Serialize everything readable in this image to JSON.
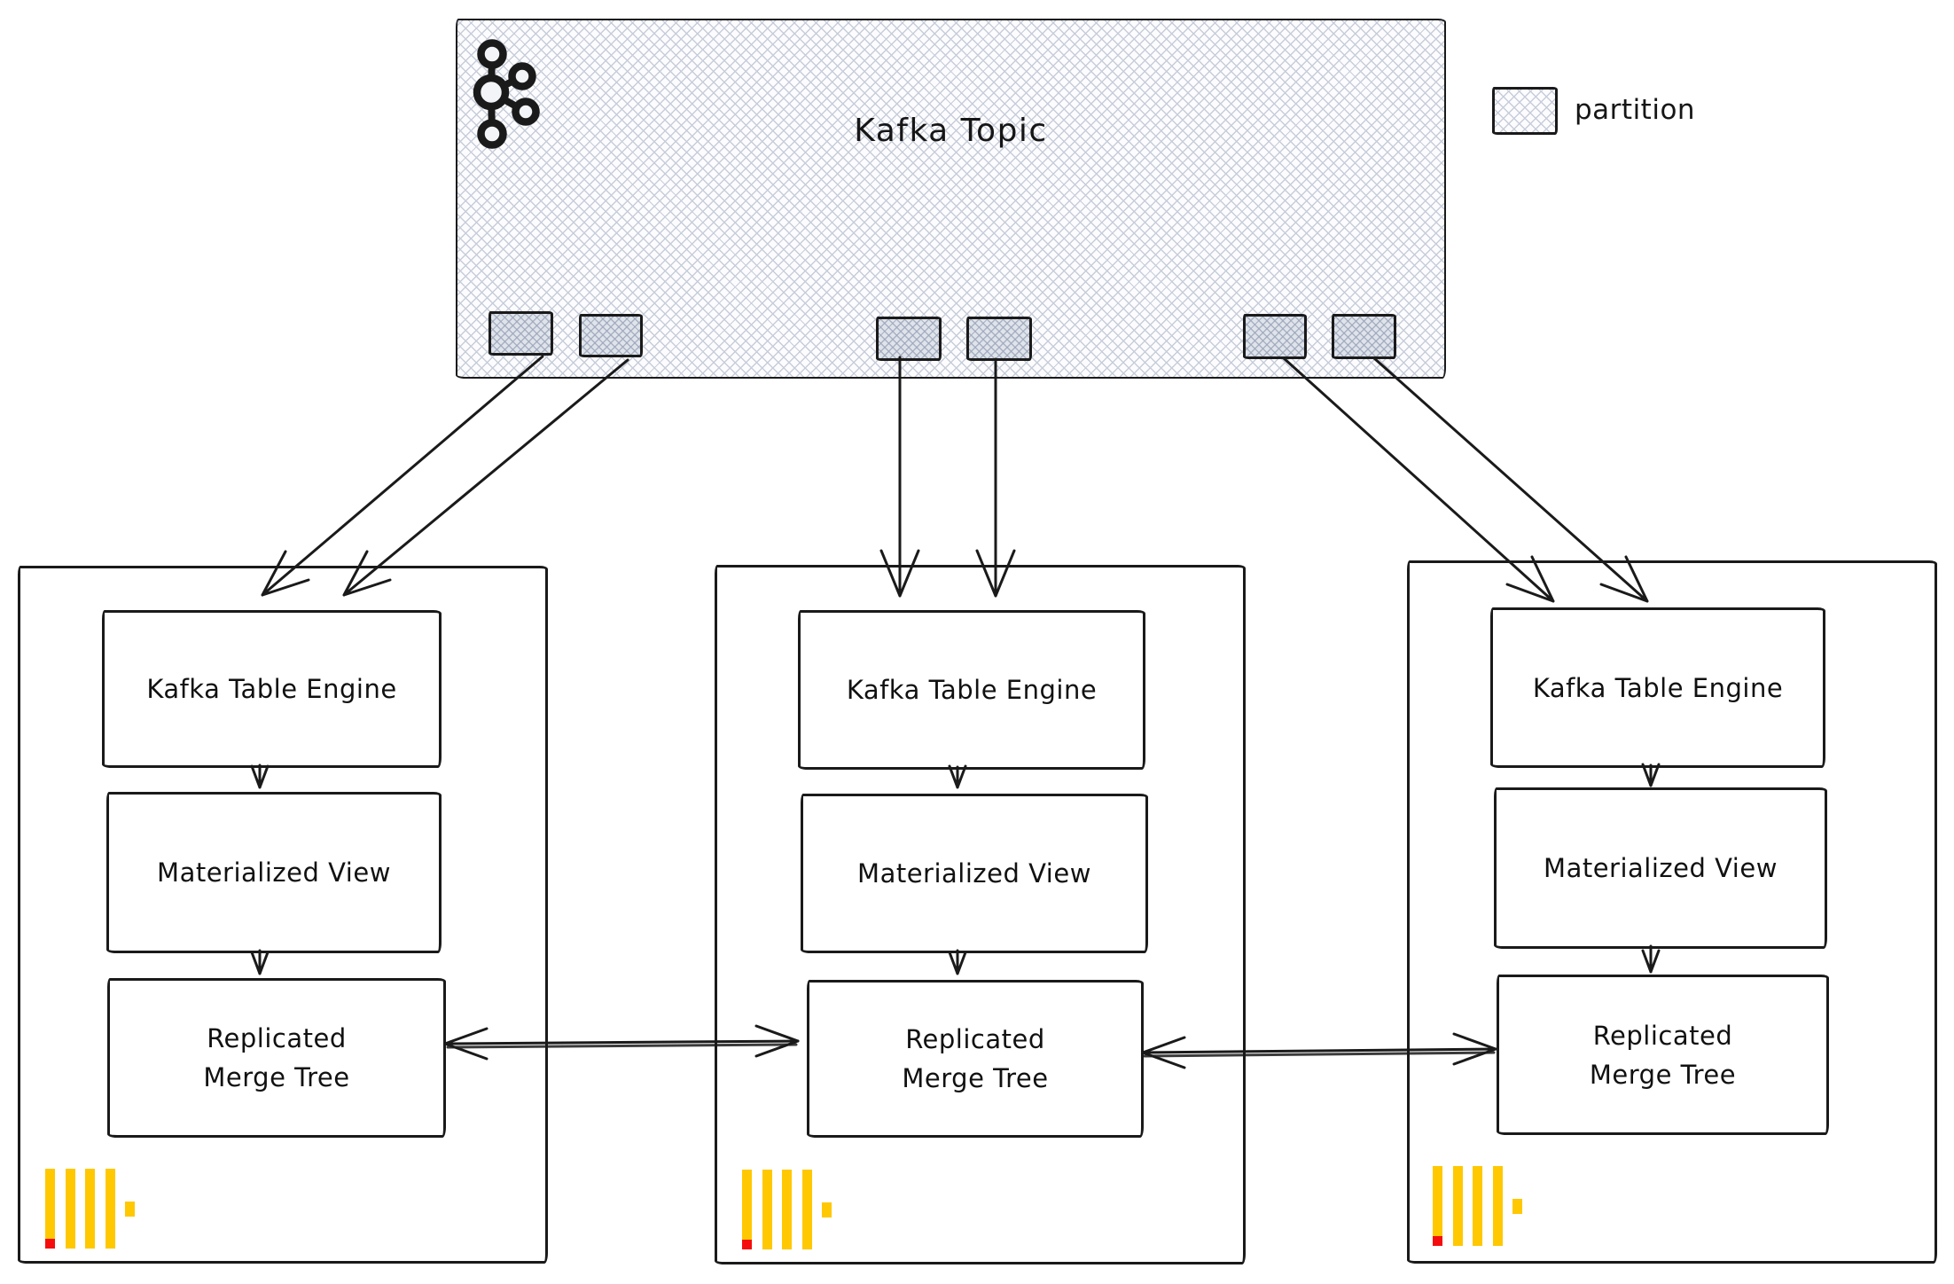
{
  "kafka_topic": {
    "title": "Kafka Topic",
    "icon": "kafka-logo-icon",
    "partition_count": 6
  },
  "legend": {
    "label": "partition",
    "swatch_icon": "partition-swatch"
  },
  "nodes": [
    {
      "id": "clickhouse-node-1",
      "kafka_table_engine": "Kafka Table Engine",
      "materialized_view": "Materialized View",
      "replicated_merge_tree": "Replicated\nMerge Tree",
      "logo_icon": "clickhouse-logo-icon"
    },
    {
      "id": "clickhouse-node-2",
      "kafka_table_engine": "Kafka Table Engine",
      "materialized_view": "Materialized View",
      "replicated_merge_tree": "Replicated\nMerge Tree",
      "logo_icon": "clickhouse-logo-icon"
    },
    {
      "id": "clickhouse-node-3",
      "kafka_table_engine": "Kafka Table Engine",
      "materialized_view": "Materialized View",
      "replicated_merge_tree": "Replicated\nMerge Tree",
      "logo_icon": "clickhouse-logo-icon"
    }
  ],
  "colors": {
    "stroke": "#1a1a1a",
    "hatch_line": "#c7cdd9",
    "clickhouse_yellow": "#ffc801",
    "clickhouse_red": "#f50d0d"
  }
}
